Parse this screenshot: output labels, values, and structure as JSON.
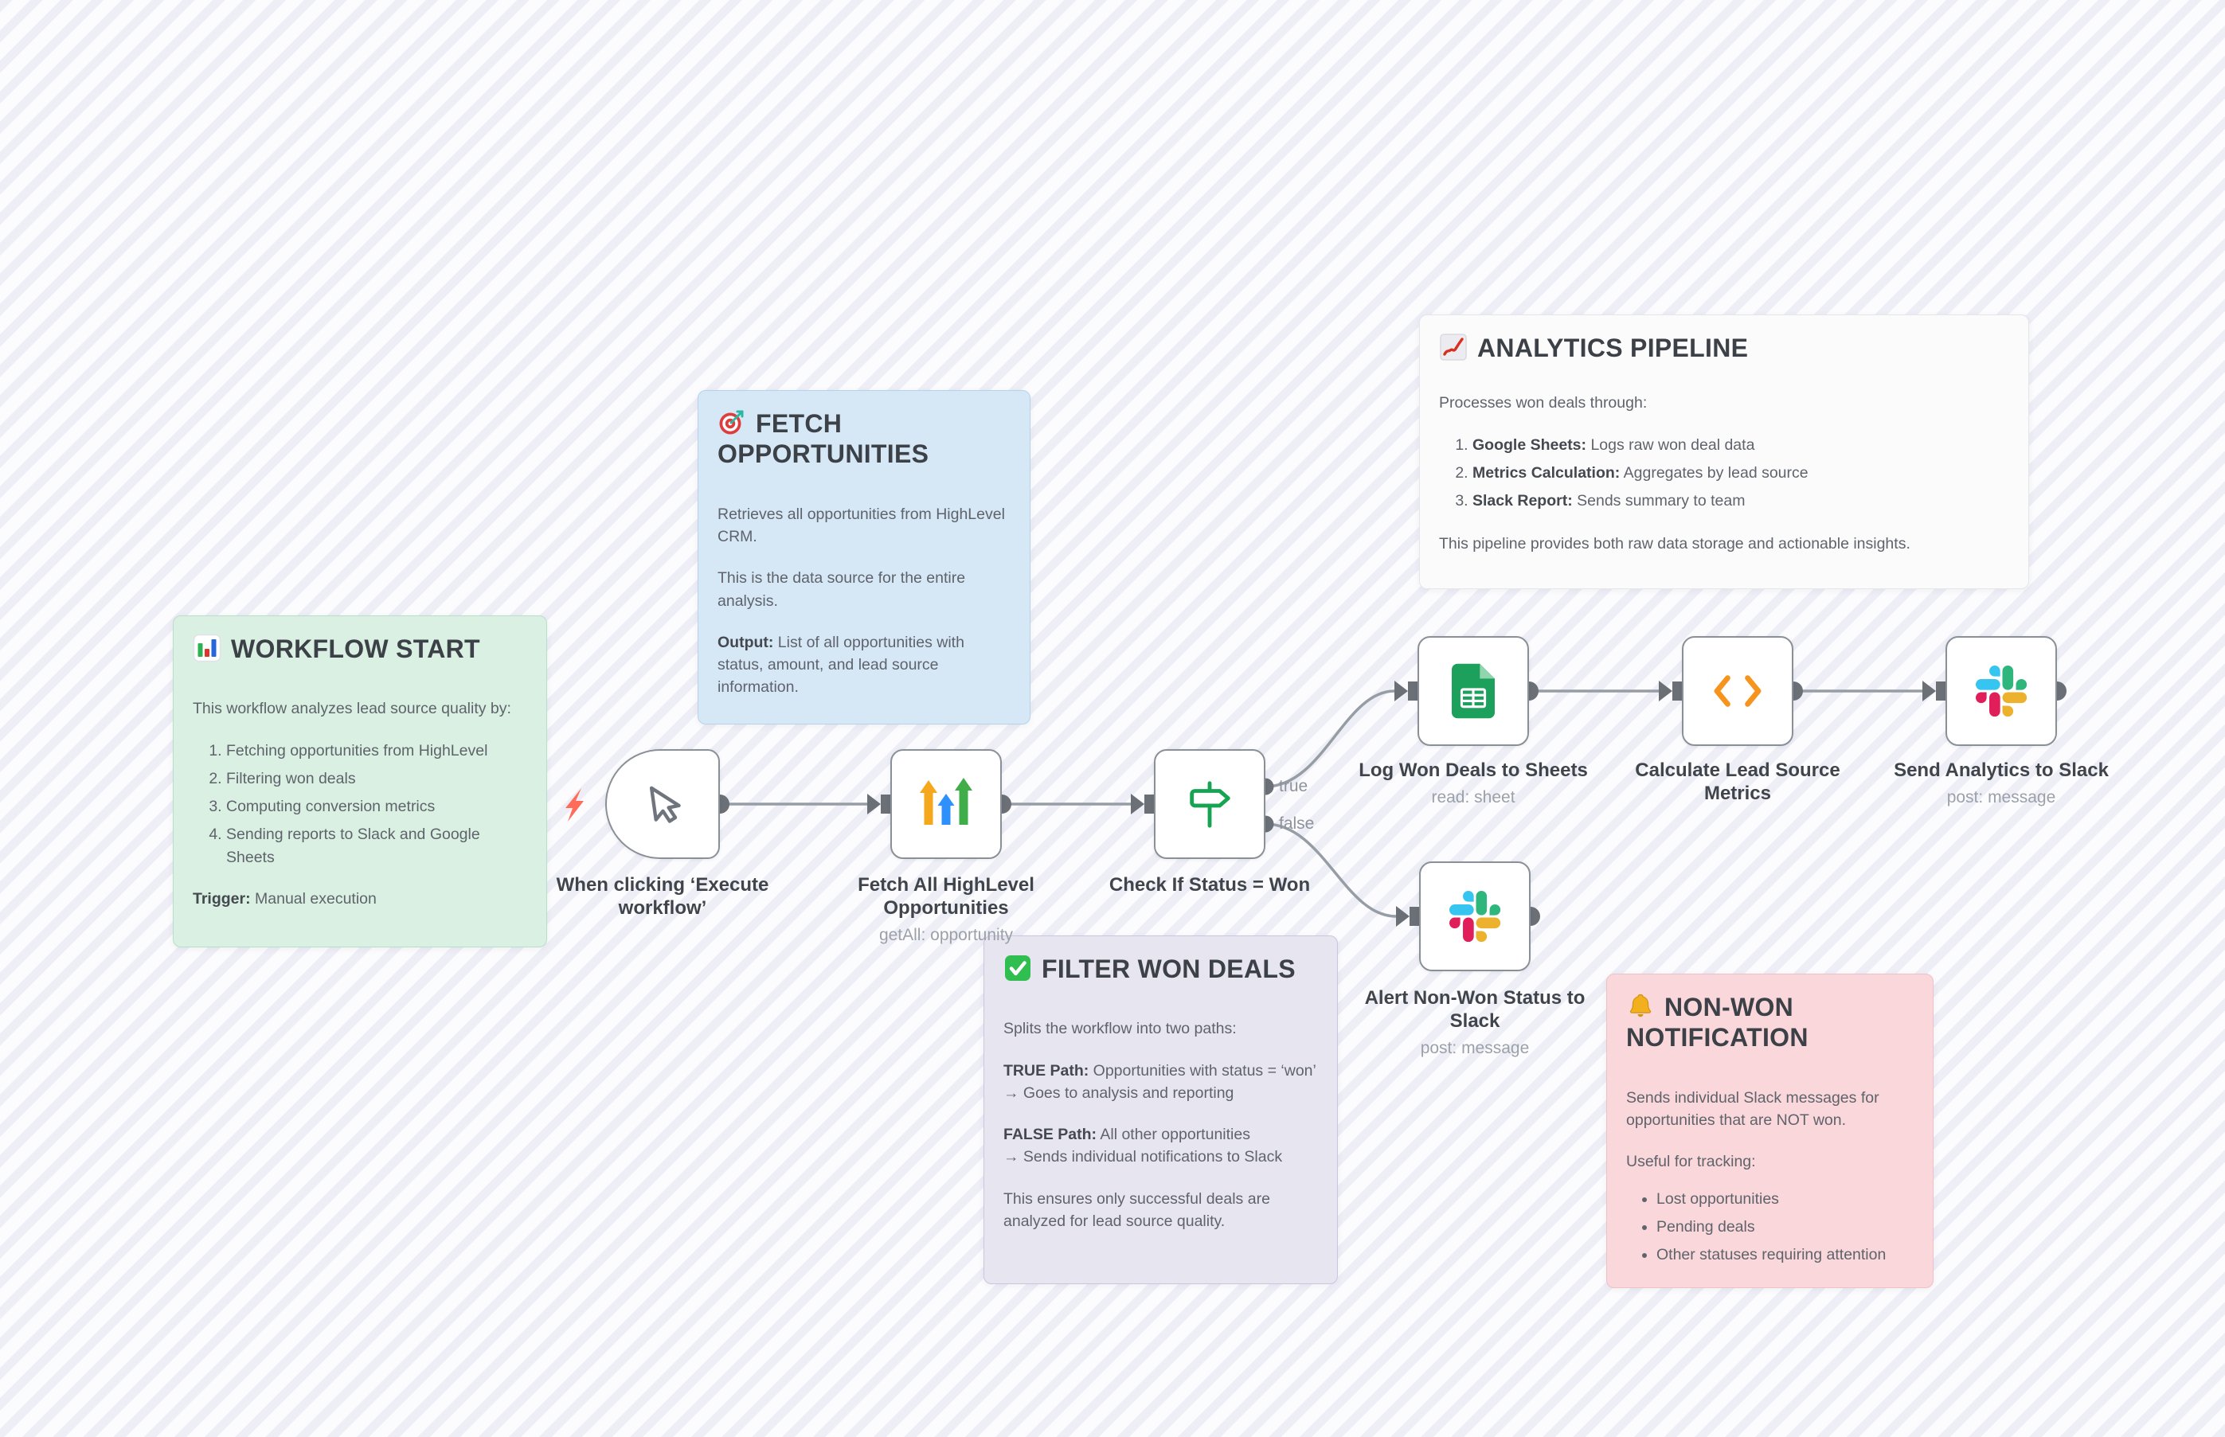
{
  "canvas": {
    "app": "workflow-editor",
    "colors": {
      "sticky_green": "#d9f0e2",
      "sticky_blue": "#d6e7f6",
      "sticky_purple": "#e7e5f0",
      "sticky_white": "#fbfbfc",
      "sticky_pink": "#f9d7da",
      "connector_line": "#979da5",
      "connector_port": "#6b7077",
      "node_border": "#8a9097",
      "trigger_bolt": "#ff6d5a"
    }
  },
  "stickies": [
    {
      "name": "workflow-start",
      "icon": "bar-chart-icon",
      "title": "WORKFLOW START",
      "p1": "This workflow analyzes lead source quality by:",
      "list": [
        "Fetching opportunities from HighLevel",
        "Filtering won deals",
        "Computing conversion metrics",
        "Sending reports to Slack and Google Sheets"
      ],
      "footer_bold": "Trigger:",
      "footer_rest": " Manual execution"
    },
    {
      "name": "fetch-opportunities",
      "icon": "target-icon",
      "title": "FETCH OPPORTUNITIES",
      "p1": "Retrieves all opportunities from HighLevel CRM.",
      "p2": "This is the data source for the entire analysis.",
      "p3_bold": "Output:",
      "p3_rest": " List of all opportunities with status, amount, and lead source information."
    },
    {
      "name": "filter-won-deals",
      "icon": "check-icon",
      "title": "FILTER WON DEALS",
      "p1": "Splits the workflow into two paths:",
      "true_bold": "TRUE Path:",
      "true_rest": " Opportunities with status = ‘won’",
      "true_arrow": "→ Goes to analysis and reporting",
      "false_bold": "FALSE Path:",
      "false_rest": " All other opportunities",
      "false_arrow": "→ Sends individual notifications to Slack",
      "p4": "This ensures only successful deals are analyzed for lead source quality."
    },
    {
      "name": "analytics-pipeline",
      "icon": "chart-up-icon",
      "title": "ANALYTICS PIPELINE",
      "p1": "Processes won deals through:",
      "list": [
        {
          "bold": "Google Sheets:",
          "rest": " Logs raw won deal data"
        },
        {
          "bold": "Metrics Calculation:",
          "rest": " Aggregates by lead source"
        },
        {
          "bold": "Slack Report:",
          "rest": " Sends summary to team"
        }
      ],
      "p2": "This pipeline provides both raw data storage and actionable insights."
    },
    {
      "name": "non-won-notification",
      "icon": "bell-icon",
      "title": "NON-WON NOTIFICATION",
      "p1": "Sends individual Slack messages for opportunities that are NOT won.",
      "p2": "Useful for tracking:",
      "list": [
        "Lost opportunities",
        "Pending deals",
        "Other statuses requiring attention"
      ]
    }
  ],
  "nodes": [
    {
      "name": "manual-trigger",
      "icon": "cursor-icon",
      "label": "When clicking ‘Execute workflow’",
      "sublabel": ""
    },
    {
      "name": "fetch-highlevel-opportunities",
      "icon": "highlevel-icon",
      "label": "Fetch All HighLevel Opportunities",
      "sublabel": "getAll: opportunity"
    },
    {
      "name": "check-if-status-won",
      "icon": "signpost-icon",
      "label": "Check If Status = Won",
      "sublabel": "",
      "outputs": [
        "true",
        "false"
      ]
    },
    {
      "name": "log-won-deals-to-sheets",
      "icon": "google-sheets-icon",
      "label": "Log Won Deals to Sheets",
      "sublabel": "read: sheet"
    },
    {
      "name": "calculate-lead-source-metrics",
      "icon": "code-icon",
      "label": "Calculate Lead Source Metrics",
      "sublabel": ""
    },
    {
      "name": "send-analytics-to-slack",
      "icon": "slack-icon",
      "label": "Send Analytics to Slack",
      "sublabel": "post: message"
    },
    {
      "name": "alert-non-won-status-to-slack",
      "icon": "slack-icon",
      "label": "Alert Non-Won Status to Slack",
      "sublabel": "post: message"
    }
  ]
}
